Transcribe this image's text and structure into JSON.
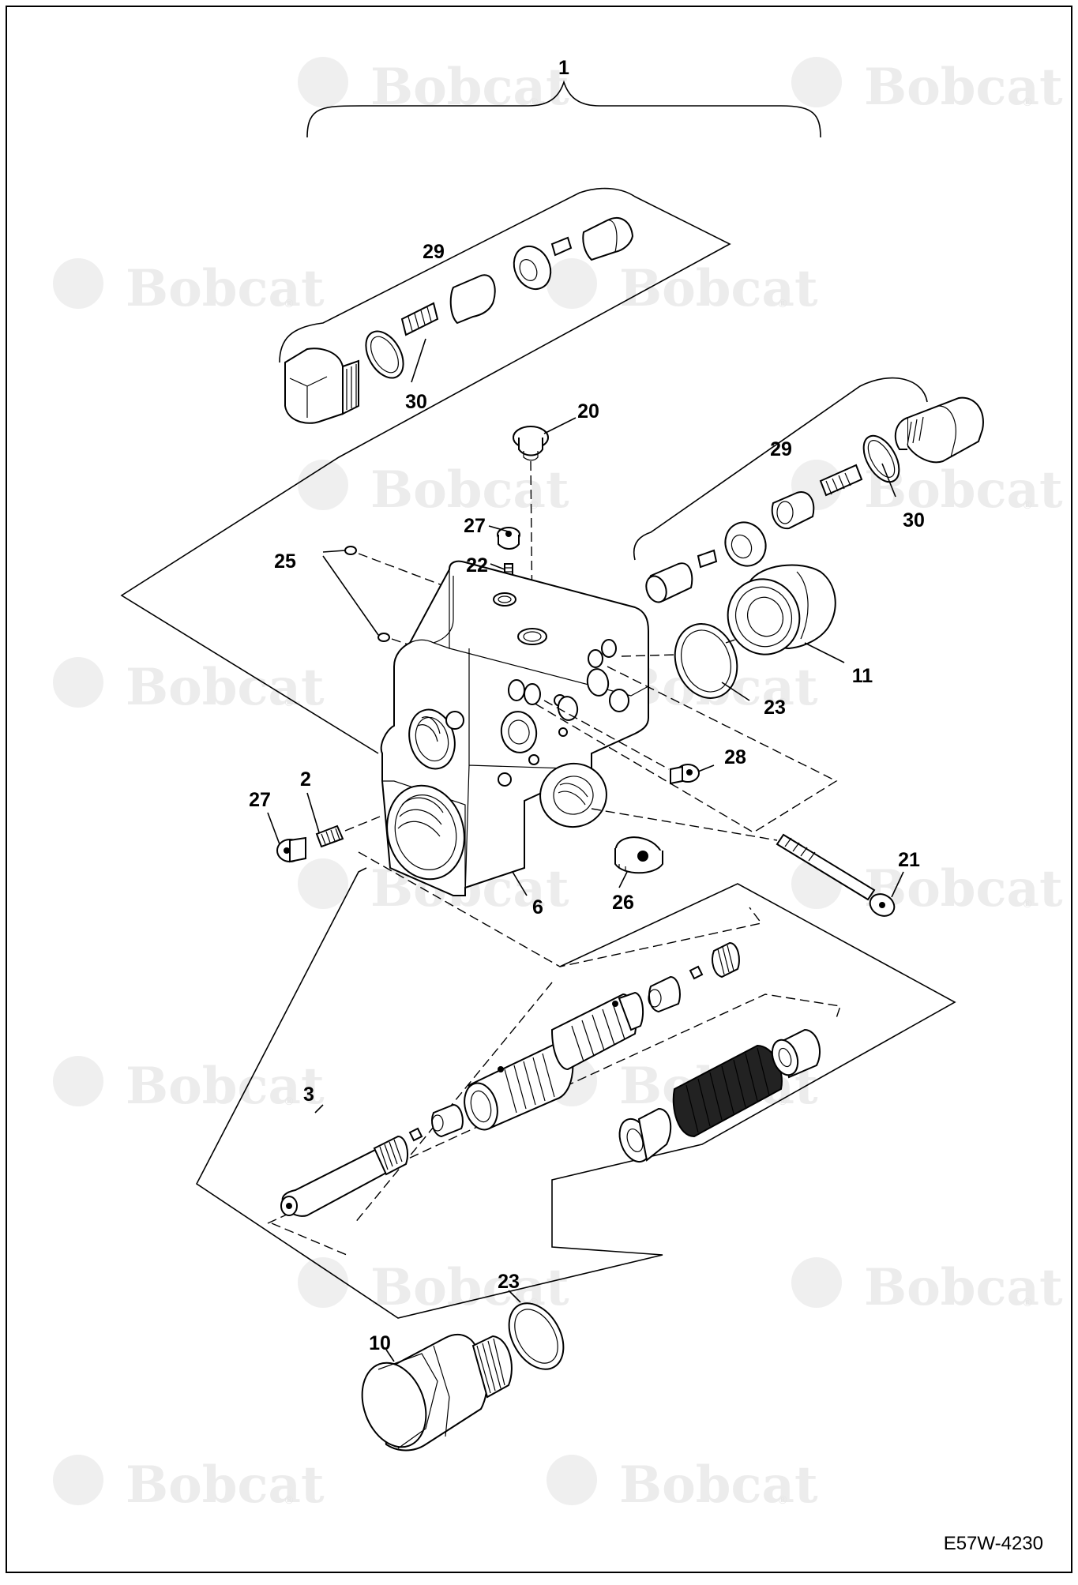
{
  "brand": {
    "watermark_text": "Bobcat",
    "watermark_mark": "®",
    "watermark_color": "#ececec"
  },
  "diagram": {
    "document_id": "E57W-4230",
    "callouts": {
      "c1": "1",
      "c29a": "29",
      "c30a": "30",
      "c20": "20",
      "c29b": "29",
      "c30b": "30",
      "c27a": "27",
      "c22": "22",
      "c25": "25",
      "c11": "11",
      "c23a": "23",
      "c28": "28",
      "c2": "2",
      "c27b": "27",
      "c21": "21",
      "c6": "6",
      "c26": "26",
      "c3": "3",
      "c23b": "23",
      "c10": "10"
    }
  }
}
